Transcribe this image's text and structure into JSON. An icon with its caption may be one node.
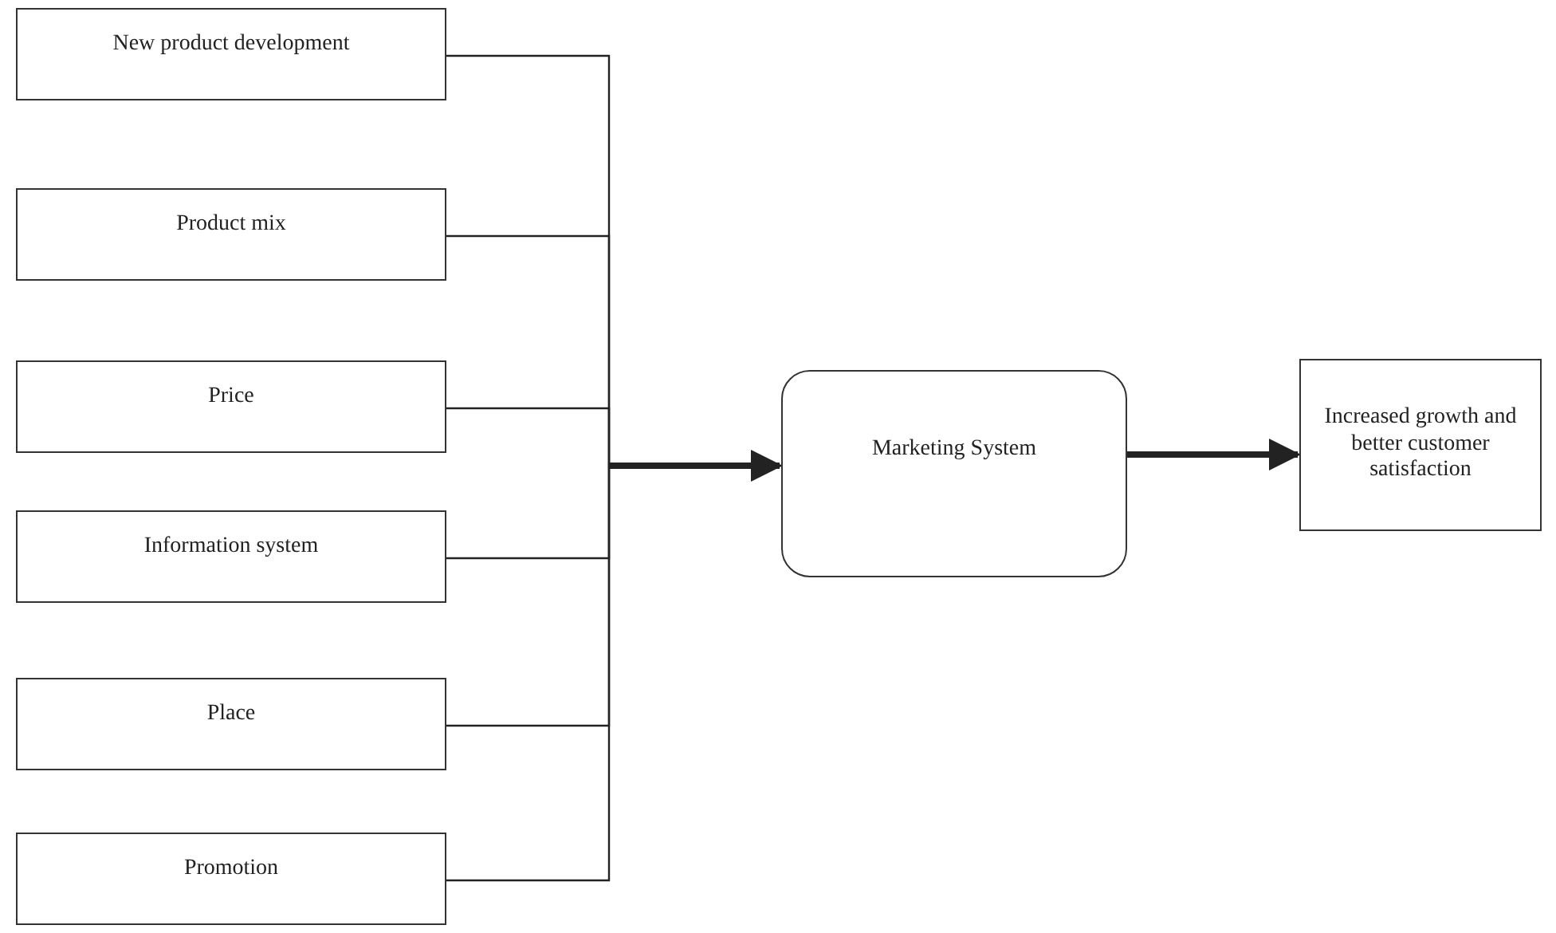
{
  "diagram": {
    "nodes": [
      {
        "text": [
          "New product development"
        ]
      },
      {
        "text": [
          "Product mix"
        ]
      },
      {
        "text": [
          "Price"
        ]
      },
      {
        "text": [
          "Information system"
        ]
      },
      {
        "text": [
          "Place"
        ]
      },
      {
        "text": [
          "Promotion"
        ]
      },
      {
        "text": [
          "Marketing System"
        ]
      },
      {
        "text": [
          "Increased growth and better customer satisfaction"
        ]
      }
    ],
    "edges": [
      {
        "from": 0,
        "to": 6,
        "arrow": "to"
      },
      {
        "from": 1,
        "to": 6,
        "arrow": "to"
      },
      {
        "from": 2,
        "to": 6,
        "arrow": "to"
      },
      {
        "from": 3,
        "to": 6,
        "arrow": "to"
      },
      {
        "from": 4,
        "to": 6,
        "arrow": "to"
      },
      {
        "from": 5,
        "to": 6,
        "arrow": "to"
      },
      {
        "from": 6,
        "to": 7,
        "arrow": "to",
        "style": "thick"
      }
    ]
  }
}
